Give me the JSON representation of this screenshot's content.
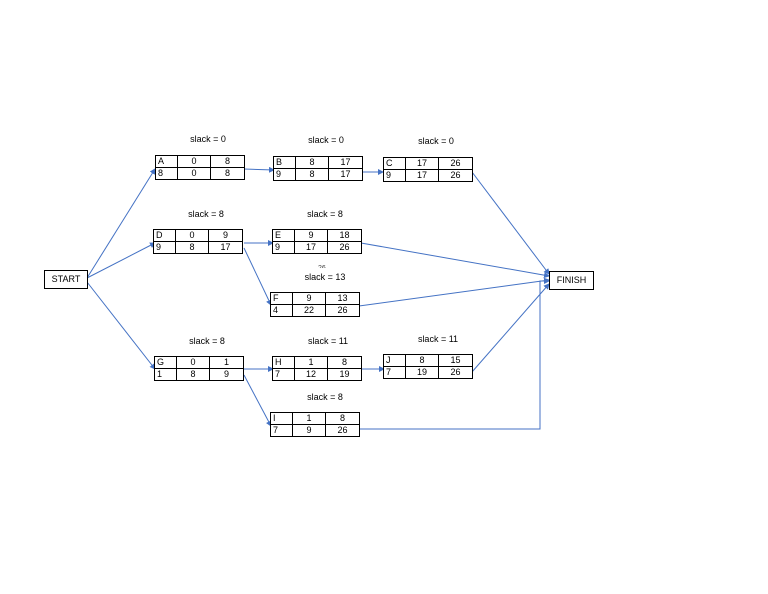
{
  "start_label": "START",
  "finish_label": "FINISH",
  "colors": {
    "arrow": "#4472C4",
    "border": "#000000"
  },
  "nodes": {
    "A": {
      "name": "A",
      "es": "0",
      "ef": "8",
      "duration": "8",
      "ls": "0",
      "lf": "8",
      "slack": "slack = 0"
    },
    "B": {
      "name": "B",
      "es": "8",
      "ef": "17",
      "duration": "9",
      "ls": "8",
      "lf": "17",
      "slack": "slack = 0"
    },
    "C": {
      "name": "C",
      "es": "17",
      "ef": "26",
      "duration": "9",
      "ls": "17",
      "lf": "26",
      "slack": "slack = 0"
    },
    "D": {
      "name": "D",
      "es": "0",
      "ef": "9",
      "duration": "9",
      "ls": "8",
      "lf": "17",
      "slack": "slack = 8"
    },
    "E": {
      "name": "E",
      "es": "9",
      "ef": "18",
      "duration": "9",
      "ls": "17",
      "lf": "26",
      "slack": "slack = 8"
    },
    "F": {
      "name": "F",
      "es": "9",
      "ef": "13",
      "duration": "4",
      "ls": "22",
      "lf": "26",
      "slack": "slack = 13"
    },
    "G": {
      "name": "G",
      "es": "0",
      "ef": "1",
      "duration": "1",
      "ls": "8",
      "lf": "9",
      "slack": "slack = 8"
    },
    "H": {
      "name": "H",
      "es": "1",
      "ef": "8",
      "duration": "7",
      "ls": "12",
      "lf": "19",
      "slack": "slack = 11"
    },
    "J": {
      "name": "J",
      "es": "8",
      "ef": "15",
      "duration": "7",
      "ls": "19",
      "lf": "26",
      "slack": "slack = 11"
    },
    "I": {
      "name": "I",
      "es": "1",
      "ef": "8",
      "duration": "7",
      "ls": "9",
      "lf": "26",
      "slack": "slack = 8"
    }
  },
  "stray_text": "26"
}
